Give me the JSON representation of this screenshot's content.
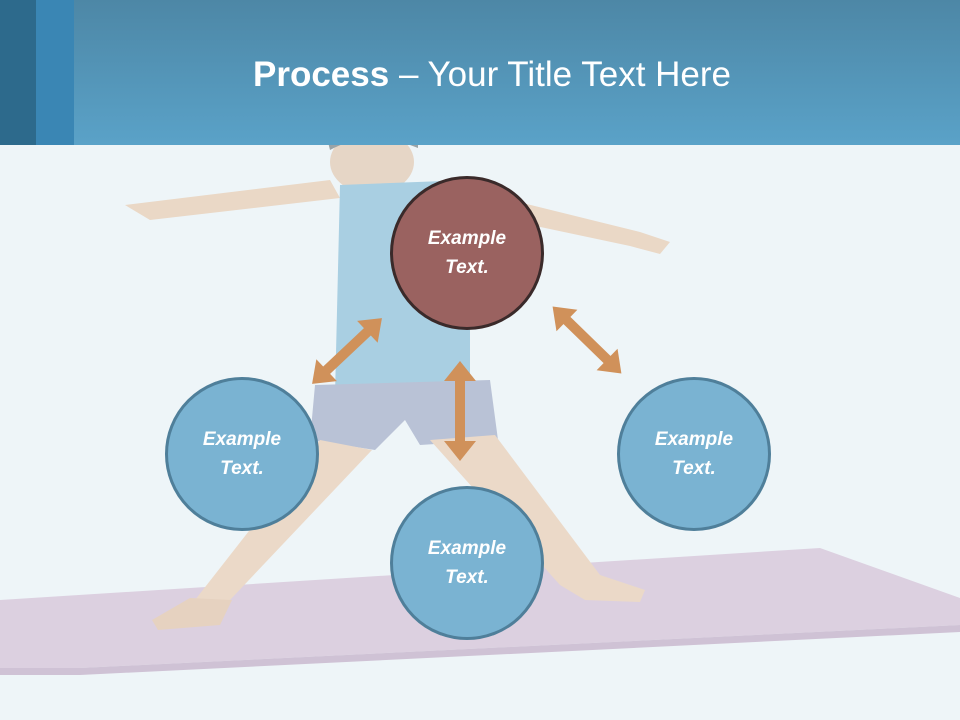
{
  "slide": {
    "title_bold": "Process",
    "title_separator": " – ",
    "title_rest": "Your Title Text Here"
  },
  "diagram": {
    "center_node": {
      "label": "Example\nText."
    },
    "left_node": {
      "label": "Example\nText."
    },
    "right_node": {
      "label": "Example\nText."
    },
    "bottom_node": {
      "label": "Example\nText."
    }
  },
  "colors": {
    "header": "#5aa2c8",
    "blue_node": "#7ab3d2",
    "center_node": "#9a6260",
    "arrow": "#d0915a"
  }
}
